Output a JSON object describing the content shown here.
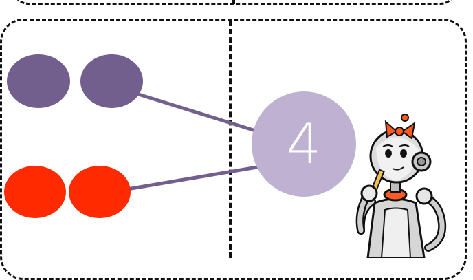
{
  "sum": {
    "value": "4"
  },
  "groups": [
    {
      "color": "#735f8d",
      "count": 2
    },
    {
      "color": "#ff2a00",
      "count": 2
    }
  ],
  "colors": {
    "line": "#735f8d",
    "sum_fill": "#bfb1d2",
    "border": "#111111"
  },
  "icons": [
    "robot-girl-thinking"
  ]
}
